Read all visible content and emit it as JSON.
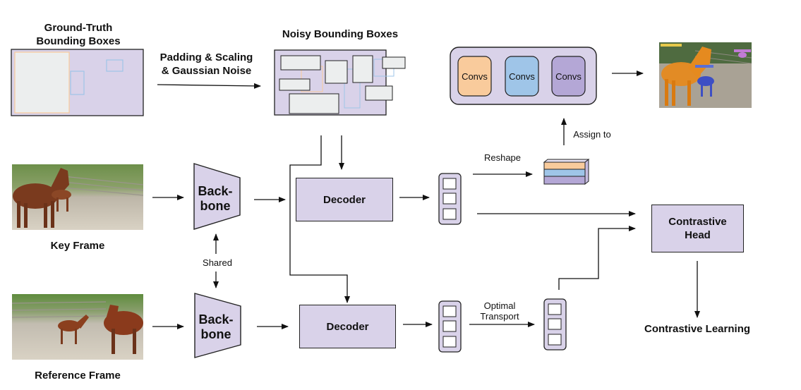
{
  "colors": {
    "lavender": "#d9d2e9",
    "orange": "#f9cb9c",
    "blue": "#9fc5e8",
    "purple": "#b4a7d6",
    "line": "#111111"
  },
  "labels": {
    "gt_boxes": "Ground-Truth\nBounding Boxes",
    "noisy_boxes": "Noisy Bounding Boxes",
    "padding_noise": "Padding & Scaling\n& Gaussian Noise",
    "key_frame": "Key Frame",
    "reference_frame": "Reference Frame",
    "shared": "Shared",
    "reshape": "Reshape",
    "assign_to": "Assign to",
    "optimal_transport": "Optimal\nTransport",
    "contrastive_learning": "Contrastive Learning"
  },
  "modules": {
    "backbone_key": "Back-\nbone",
    "backbone_ref": "Back-\nbone",
    "decoder_key": "Decoder",
    "decoder_ref": "Decoder",
    "contrastive_head": "Contrastive\nHead",
    "convs": [
      "Convs",
      "Convs",
      "Convs"
    ]
  },
  "icons": {
    "frame_photo": "horse-photo-icon",
    "output_photo": "segmented-horse-output-icon"
  }
}
